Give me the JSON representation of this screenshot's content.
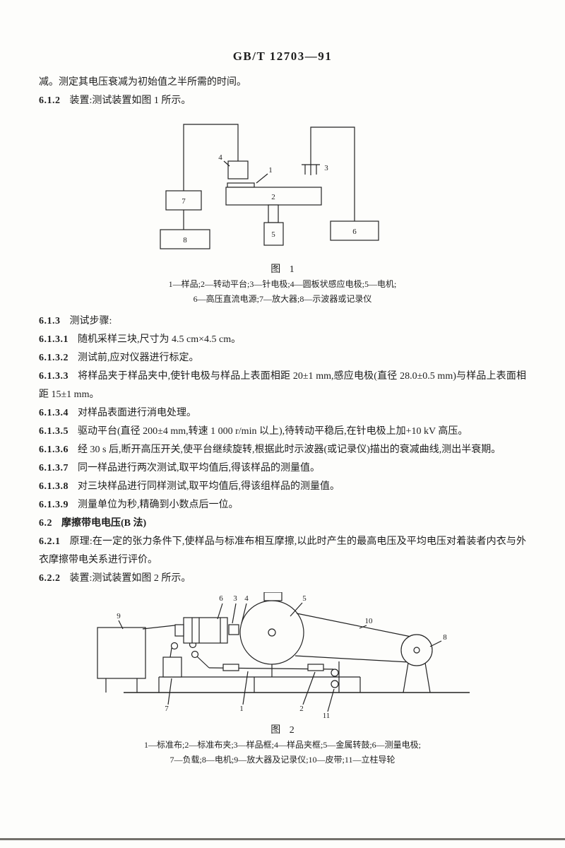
{
  "page": {
    "header": "GB/T 12703—91"
  },
  "content": {
    "sections": [
      {
        "num": "",
        "text": "减。测定其电压衰减为初始值之半所需的时间。"
      },
      {
        "num": "6.1.2",
        "text": "装置:测试装置如图 1 所示。"
      },
      {
        "num": "6.1.3",
        "text": "测试步骤:"
      },
      {
        "num": "6.1.3.1",
        "text": "随机采样三块,尺寸为 4.5 cm×4.5 cm。"
      },
      {
        "num": "6.1.3.2",
        "text": "测试前,应对仪器进行标定。"
      },
      {
        "num": "6.1.3.3",
        "text": "将样品夹于样品夹中,使针电极与样品上表面相距 20±1 mm,感应电极(直径 28.0±0.5 mm)与样品上表面相距 15±1 mm。"
      },
      {
        "num": "6.1.3.4",
        "text": "对样品表面进行消电处理。"
      },
      {
        "num": "6.1.3.5",
        "text": "驱动平台(直径 200±4 mm,转速 1 000 r/min 以上),待转动平稳后,在针电极上加+10 kV 高压。"
      },
      {
        "num": "6.1.3.6",
        "text": "经 30 s 后,断开高压开关,使平台继续旋转,根据此时示波器(或记录仪)描出的衰减曲线,测出半衰期。"
      },
      {
        "num": "6.1.3.7",
        "text": "同一样品进行两次测试,取平均值后,得该样品的测量值。"
      },
      {
        "num": "6.1.3.8",
        "text": "对三块样品进行同样测试,取平均值后,得该组样品的测量值。"
      },
      {
        "num": "6.1.3.9",
        "text": "测量单位为秒,精确到小数点后一位。"
      },
      {
        "num": "6.2",
        "text": "摩擦带电电压(B 法)"
      },
      {
        "num": "6.2.1",
        "text": "原理:在一定的张力条件下,使样品与标准布相互摩擦,以此时产生的最高电压及平均电压对着装者内衣与外衣摩擦带电关系进行评价。"
      },
      {
        "num": "6.2.2",
        "text": "装置:测试装置如图 2 所示。"
      }
    ]
  },
  "figure1": {
    "caption": "图 1",
    "legend1": "1—样品;2—转动平台;3—针电极;4—圆板状感应电极;5—电机;",
    "legend2": "6—高压直流电源;7—放大器;8—示波器或记录仪",
    "labels": {
      "p1": "1",
      "p2": "2",
      "p3": "3",
      "p4": "4",
      "p5": "5",
      "p6": "6",
      "p7": "7",
      "p8": "8"
    }
  },
  "figure2": {
    "caption": "图 2",
    "legend1": "1—标准布;2—标准布夹;3—样品框;4—样品夹框;5—金属转鼓;6—测量电极;",
    "legend2": "7—负载;8—电机;9—放大器及记录仪;10—皮带;11—立柱导轮",
    "labels": {
      "p1": "1",
      "p2": "2",
      "p3": "3",
      "p4": "4",
      "p5": "5",
      "p6": "6",
      "p7": "7",
      "p8": "8",
      "p9": "9",
      "p10": "10",
      "p11": "11"
    }
  }
}
